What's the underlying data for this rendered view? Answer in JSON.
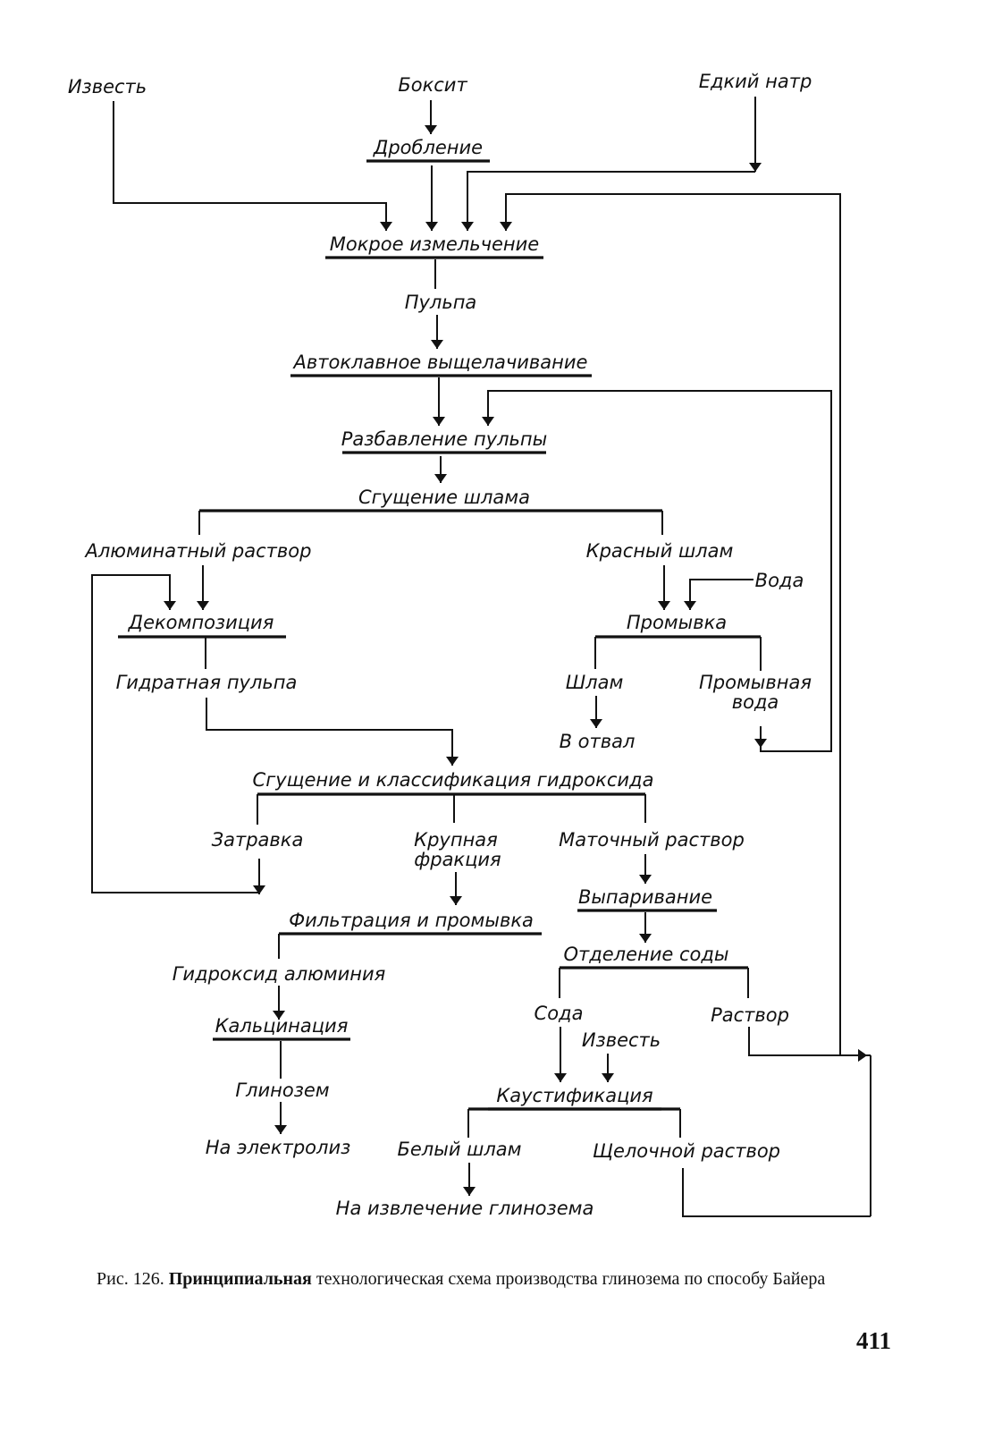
{
  "diagram": {
    "inputs": {
      "lime": "Известь",
      "bauxite": "Боксит",
      "caustic_soda": "Едкий натр"
    },
    "nodes": {
      "crushing": "Дробление",
      "wet_grinding": "Мокрое измельчение",
      "pulp": "Пульпа",
      "autoclave_leaching": "Автоклавное выщелачивание",
      "pulp_dilution": "Разбавление пульпы",
      "mud_thickening": "Сгущение шлама",
      "aluminate_solution": "Алюминатный раствор",
      "red_mud": "Красный шлам",
      "water": "Вода",
      "decomposition": "Декомпозиция",
      "washing": "Промывка",
      "hydrate_pulp": "Гидратная пульпа",
      "mud": "Шлам",
      "wash_water_line1": "Промывная",
      "wash_water_line2": "вода",
      "to_dump": "В отвал",
      "hydroxide_thickening": "Сгущение и классификация гидроксида",
      "seed": "Затравка",
      "coarse_fraction_line1": "Крупная",
      "coarse_fraction_line2": "фракция",
      "mother_liquor": "Маточный раствор",
      "evaporation": "Выпаривание",
      "filtration_washing": "Фильтрация и промывка",
      "soda_separation": "Отделение соды",
      "aluminium_hydroxide": "Гидроксид алюминия",
      "soda": "Сода",
      "lime2": "Известь",
      "solution": "Раствор",
      "calcination": "Кальцинация",
      "caustification": "Каустификация",
      "alumina": "Глинозем",
      "white_mud": "Белый шлам",
      "alkaline_solution": "Щелочной раствор",
      "to_electrolysis": "На электролиз",
      "to_alumina_recovery": "На извлечение глинозема"
    }
  },
  "caption": {
    "prefix": "Рис. 126.",
    "bold_text": "Принципиальная",
    "rest": "технологическая схема производства глинозема по способу Байера"
  },
  "page_number": "411"
}
